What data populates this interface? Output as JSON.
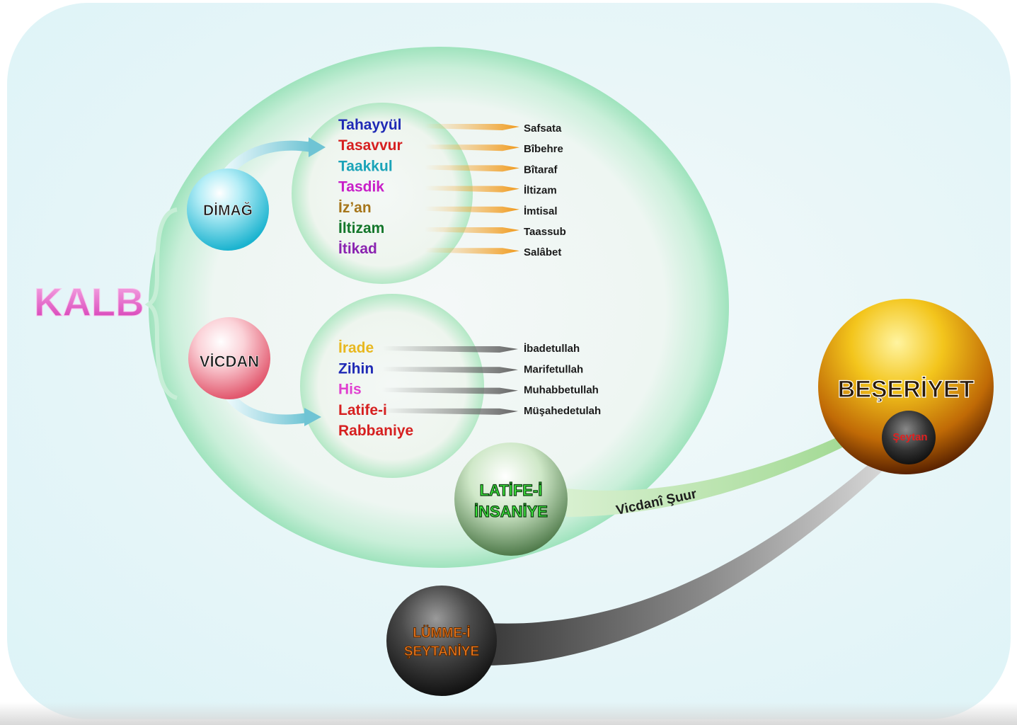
{
  "root": {
    "label": "KALB",
    "color": "#e34fc0"
  },
  "dimag": {
    "label": "DİMAĞ",
    "stages": [
      {
        "name": "Tahayyül",
        "color": "#1f2ab5",
        "result": "Safsata"
      },
      {
        "name": "Tasavvur",
        "color": "#d62020",
        "result": "Bîbehre"
      },
      {
        "name": "Taakkul",
        "color": "#1aa3b8",
        "result": "Bîtaraf"
      },
      {
        "name": "Tasdik",
        "color": "#c81ec8",
        "result": "İltizam"
      },
      {
        "name": "İz’an",
        "color": "#a6761b",
        "result": "İmtisal"
      },
      {
        "name": "İltizam",
        "color": "#13762a",
        "result": "Taassub"
      },
      {
        "name": "İtikad",
        "color": "#8a23b0",
        "result": "Salâbet"
      }
    ]
  },
  "vicdan": {
    "label": "VİCDAN",
    "stages": [
      {
        "name": "İrade",
        "color": "#e8b820",
        "result": "İbadetullah"
      },
      {
        "name": "Zihin",
        "color": "#1f2ab5",
        "result": "Marifetullah"
      },
      {
        "name": "His",
        "color": "#e040d0",
        "result": "Muhabbetullah"
      },
      {
        "name": "Latife-i",
        "color": "#d62020",
        "result": "Müşahedetulah"
      },
      {
        "name": "Rabbaniye",
        "color": "#d62020",
        "result": ""
      }
    ]
  },
  "latife_insaniye": {
    "line1": "LATİFE-İ",
    "line2": "İNSANİYE",
    "color": "#3ee83e"
  },
  "lumme_seytaniye": {
    "line1": "LÜMME-İ",
    "line2": "ŞEYTANİYE",
    "color": "#f07a20"
  },
  "beseriyet": {
    "label": "BEŞERİYET",
    "inner": "Şeytan",
    "inner_color": "#e02020"
  },
  "connector_label": "Vicdanî Şuur"
}
